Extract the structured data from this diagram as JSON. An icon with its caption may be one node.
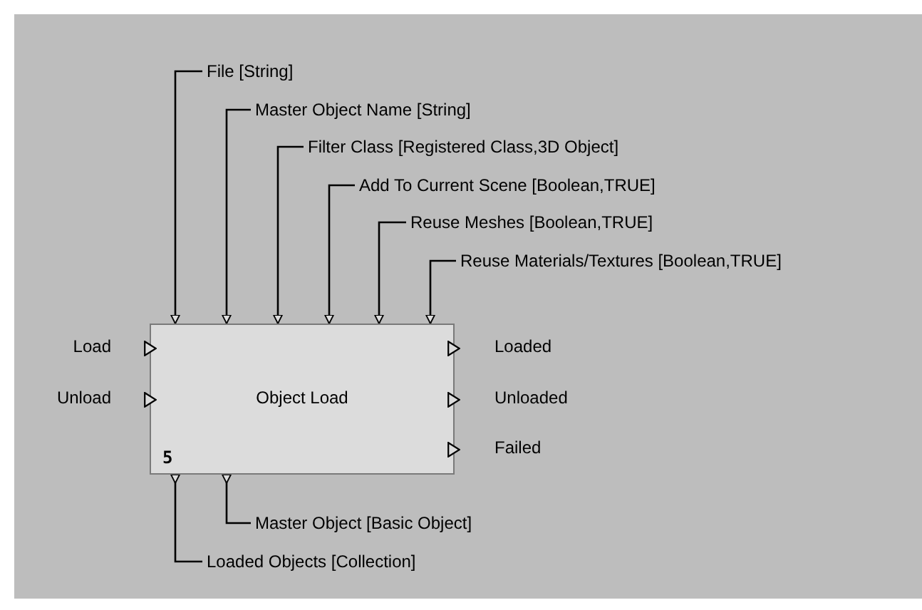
{
  "diagram": {
    "nodes": [
      {
        "text": [
          "File [String]"
        ]
      },
      {
        "text": [
          "Master Object Name [String]"
        ]
      },
      {
        "text": [
          "Filter Class [Registered Class,3D Object]"
        ]
      },
      {
        "text": [
          "Add To Current Scene [Boolean,TRUE]"
        ]
      },
      {
        "text": [
          "Reuse Meshes [Boolean,TRUE]"
        ]
      },
      {
        "text": [
          "Reuse Materials/Textures [Boolean,TRUE]"
        ]
      },
      {
        "text": [
          "Object Load",
          "5"
        ]
      },
      {
        "text": [
          "Master Object [Basic Object]"
        ]
      },
      {
        "text": [
          "Loaded Objects [Collection]"
        ]
      }
    ],
    "edges": [
      {
        "from": 0,
        "to": 6,
        "arrow": "to"
      },
      {
        "from": 1,
        "to": 6,
        "arrow": "to"
      },
      {
        "from": 2,
        "to": 6,
        "arrow": "to"
      },
      {
        "from": 3,
        "to": 6,
        "arrow": "to"
      },
      {
        "from": 4,
        "to": 6,
        "arrow": "to"
      },
      {
        "from": 5,
        "to": 6,
        "arrow": "to"
      },
      {
        "from": 7,
        "to": 6,
        "arrow": "to"
      },
      {
        "from": 8,
        "to": 6,
        "arrow": "to"
      }
    ],
    "labels": [
      "Load",
      "Unload",
      "Loaded",
      "Unloaded",
      "Failed"
    ]
  }
}
